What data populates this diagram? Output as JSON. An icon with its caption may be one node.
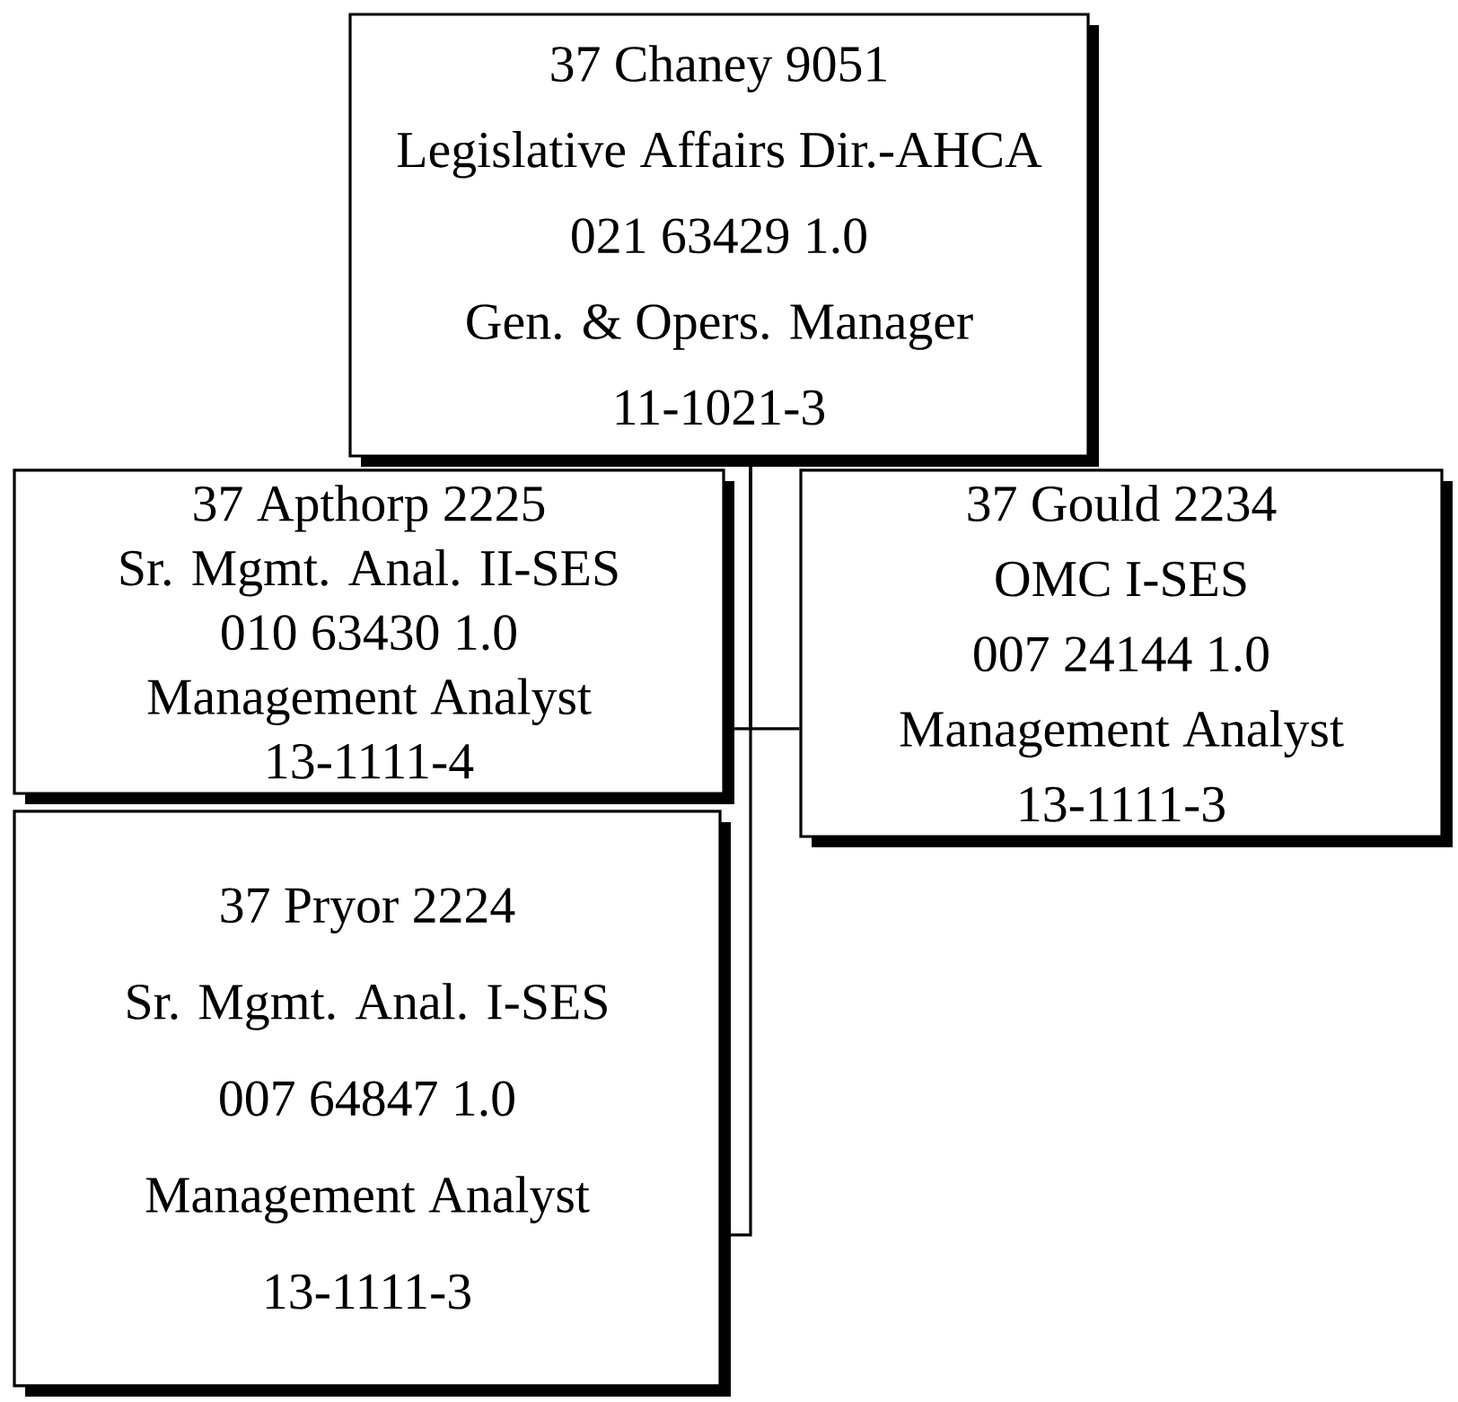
{
  "diagram": {
    "nodes": [
      {
        "text": [
          "37 Chaney 9051",
          "Legislative Affairs Dir.-AHCA",
          "021 63429 1.0",
          "Gen. & Opers. Manager",
          "11-1021-3"
        ]
      },
      {
        "text": [
          "37 Apthorp 2225",
          "Sr. Mgmt. Anal. II-SES",
          "010 63430 1.0",
          "Management Analyst",
          "13-1111-4"
        ]
      },
      {
        "text": [
          "37 Gould 2234",
          "OMC I-SES",
          "007 24144 1.0",
          "Management Analyst",
          "13-1111-3"
        ]
      },
      {
        "text": [
          "37 Pryor 2224",
          "Sr. Mgmt. Anal. I-SES",
          "007 64847 1.0",
          "Management Analyst",
          "13-1111-3"
        ]
      }
    ],
    "edges": [
      {
        "from": 0,
        "to": 1,
        "arrow": "none"
      },
      {
        "from": 0,
        "to": 2,
        "arrow": "none"
      },
      {
        "from": 0,
        "to": 3,
        "arrow": "none"
      }
    ]
  }
}
